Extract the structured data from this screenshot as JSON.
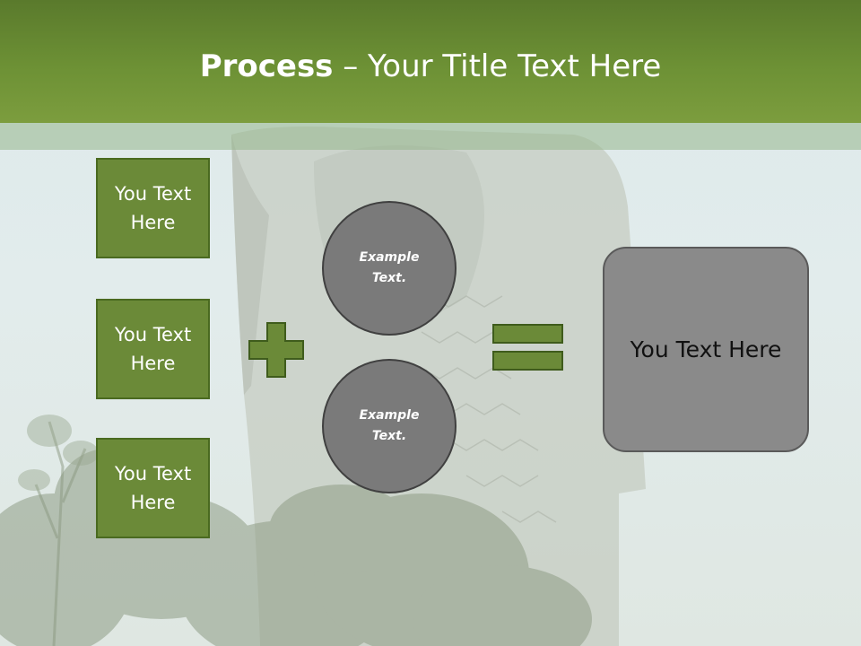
{
  "slide": {
    "title_bold": "Process",
    "title_rest": " – Your Title Text Here"
  },
  "left_boxes": [
    {
      "label": "You Text Here"
    },
    {
      "label": "You Text Here"
    },
    {
      "label": "You Text Here"
    }
  ],
  "circles": [
    {
      "label": "Example Text."
    },
    {
      "label": "Example Text."
    }
  ],
  "result": {
    "label": "You Text Here"
  },
  "colors": {
    "header": "#6d9135",
    "box_fill": "#6b8a38",
    "box_border": "#4a6a20",
    "circle_fill": "#7a7a7a",
    "result_fill": "#8a8a8a",
    "symbol_fill": "#6b8a38"
  },
  "icons": {
    "plus": "plus-icon",
    "equals": "equals-icon"
  }
}
